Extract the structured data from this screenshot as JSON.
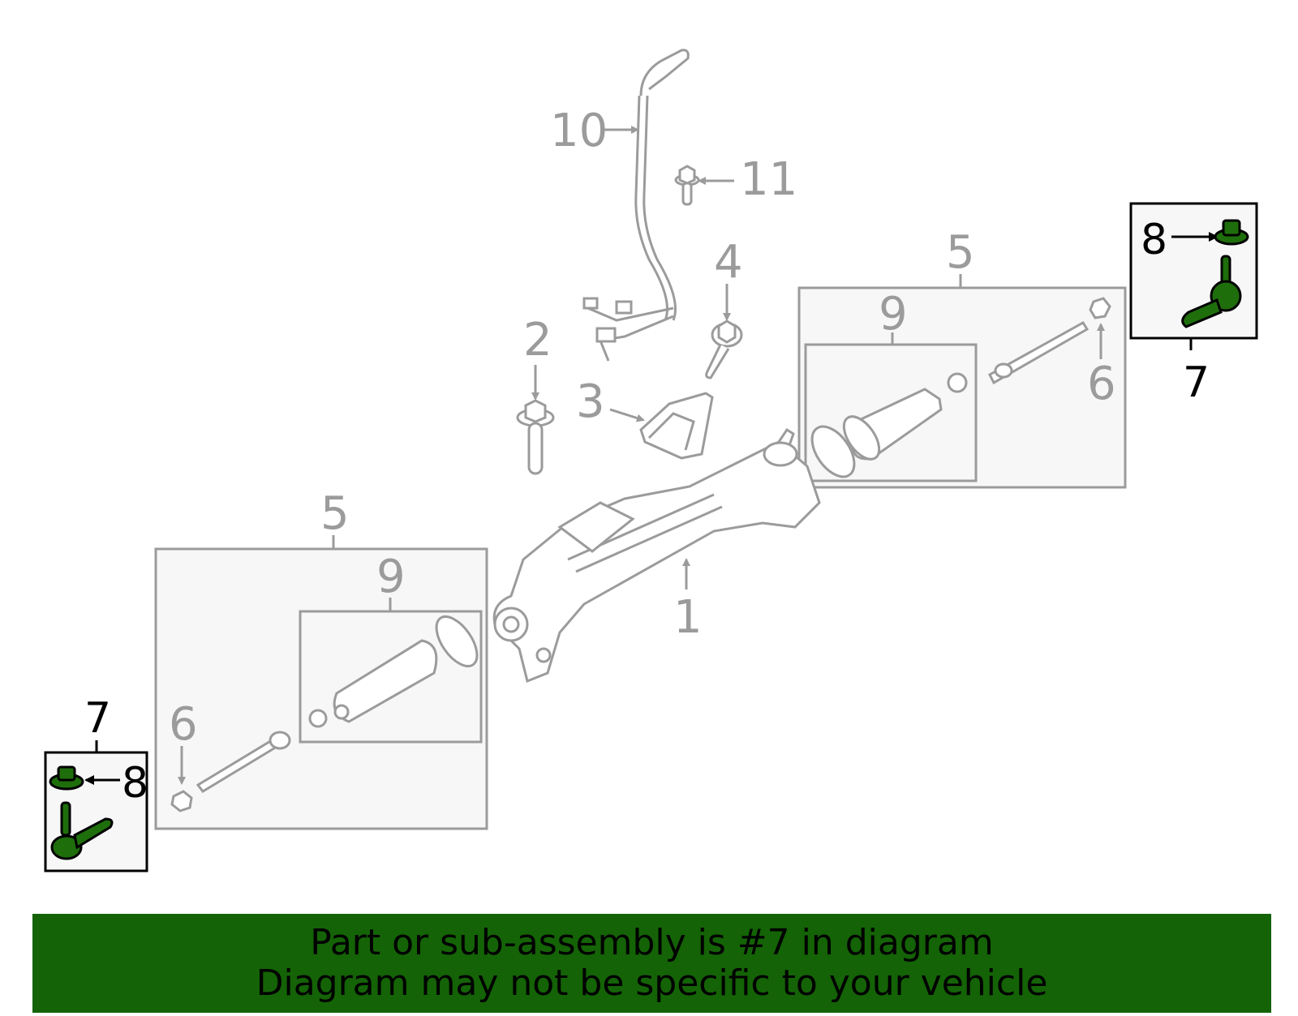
{
  "diagram": {
    "title": "Steering gear assembly parts diagram",
    "line_color": "#9b9b9b",
    "highlight_color": "#1f6e0c",
    "highlight_stroke": "#000000",
    "box_fill": "#f7f7f7",
    "highlighted_part": "7",
    "callouts": [
      {
        "id": "c10",
        "label": "10",
        "color": "gray"
      },
      {
        "id": "c11",
        "label": "11",
        "color": "gray"
      },
      {
        "id": "c4",
        "label": "4",
        "color": "gray"
      },
      {
        "id": "c2",
        "label": "2",
        "color": "gray"
      },
      {
        "id": "c3",
        "label": "3",
        "color": "gray"
      },
      {
        "id": "c1",
        "label": "1",
        "color": "gray"
      },
      {
        "id": "c5r",
        "label": "5",
        "color": "gray"
      },
      {
        "id": "c9r",
        "label": "9",
        "color": "gray"
      },
      {
        "id": "c6r",
        "label": "6",
        "color": "gray"
      },
      {
        "id": "c5l",
        "label": "5",
        "color": "gray"
      },
      {
        "id": "c9l",
        "label": "9",
        "color": "gray"
      },
      {
        "id": "c6l",
        "label": "6",
        "color": "gray"
      },
      {
        "id": "c7r",
        "label": "7",
        "color": "black"
      },
      {
        "id": "c8r",
        "label": "8",
        "color": "black"
      },
      {
        "id": "c7l",
        "label": "7",
        "color": "black"
      },
      {
        "id": "c8l",
        "label": "8",
        "color": "black"
      }
    ]
  },
  "banner": {
    "background": "#146306",
    "line1": "Part or sub-assembly is #7 in diagram",
    "line2": "Diagram may not be specific to your vehicle"
  }
}
